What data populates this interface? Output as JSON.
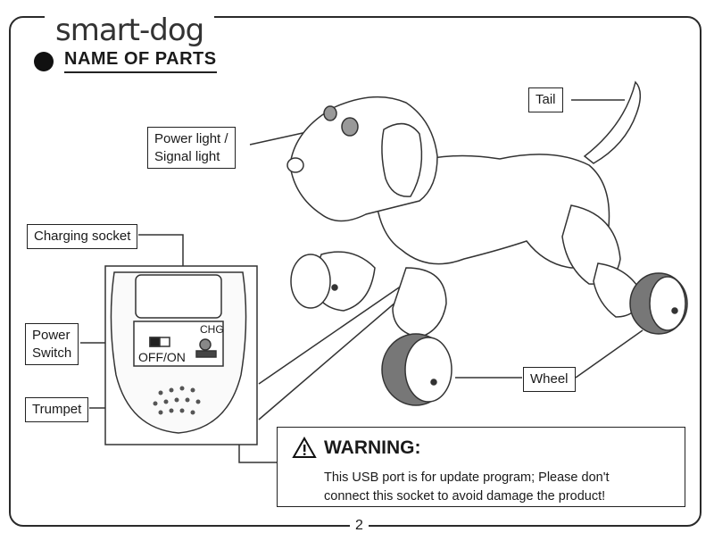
{
  "header": {
    "brand": "smart-dog"
  },
  "section": {
    "title": "NAME OF PARTS"
  },
  "labels": {
    "power_light_line1": "Power light /",
    "power_light_line2": "Signal light",
    "tail": "Tail",
    "charging_socket": "Charging socket",
    "power_switch_line1": "Power",
    "power_switch_line2": "Switch",
    "trumpet": "Trumpet",
    "wheel": "Wheel",
    "chg": "CHG",
    "off_on": "OFF/ON"
  },
  "warning": {
    "title": "WARNING:",
    "line1": "This USB port is for update program; Please don't",
    "line2": "connect this socket to avoid damage the product!"
  },
  "footer": {
    "page_number": "2"
  }
}
